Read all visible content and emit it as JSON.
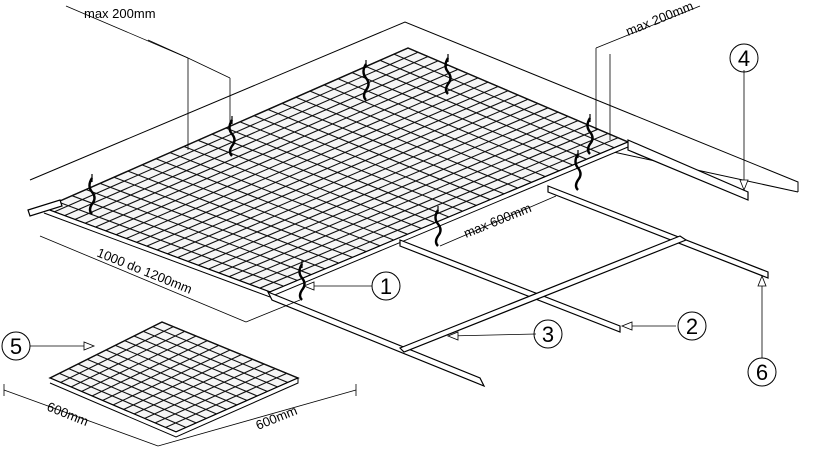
{
  "dimensions": {
    "top_left_max": "max 200mm",
    "top_right_max": "max 200mm",
    "runner_spacing": "max 600mm",
    "panel_length": "1000 do 1200mm",
    "tile_width": "600mm",
    "tile_depth": "600mm"
  },
  "callouts": {
    "c1": "1",
    "c2": "2",
    "c3": "3",
    "c4": "4",
    "c5": "5",
    "c6": "6"
  }
}
